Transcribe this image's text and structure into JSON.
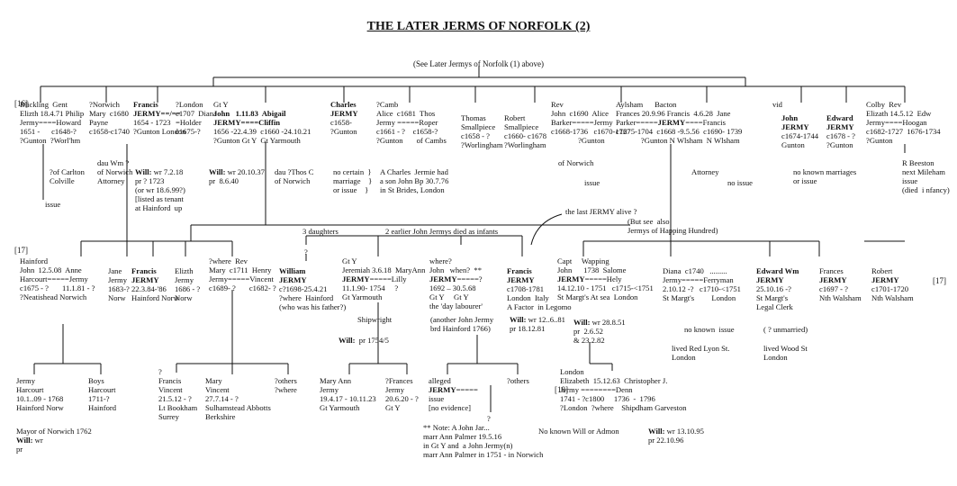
{
  "title": "THE LATER JERMS OF NORFOLK (2)",
  "subtitle": "(See Later Jermys of Norfolk (1) above)",
  "generations": {
    "g16": "[16]",
    "g17": "[17]",
    "g17r": "[17]",
    "g18": "[18]"
  },
  "row16": [
    {
      "id": "elizth-philip",
      "lines": [
        "Blickling  Gent",
        "Elizth 18.4.71 Philip",
        "Jermy====Howard",
        "1651 -      c1648-?",
        "?Gunton  ?Worl'hm"
      ]
    },
    {
      "id": "mary-norwich",
      "lines": [
        "?Norwich",
        "Mary  c1680",
        "Payne",
        "c1658-c1740"
      ]
    },
    {
      "id": "francis-1654",
      "lines": [
        "Francis",
        "JERMY==/==",
        "1654 - 1723",
        "?Gunton London"
      ],
      "bold": [
        0,
        1
      ]
    },
    {
      "id": "diana-holder",
      "lines": [
        "?London",
        "c1707  Diana",
        "=Holder",
        "c1675-?"
      ]
    },
    {
      "id": "john-1656",
      "lines": [
        "Gt Y",
        "John   1.11.83  Abigail",
        "JERMY====Cliffin",
        "1656 -22.4.39  c1660 -24.10.21",
        "?Gunton Gt Y  Gt Yarmouth"
      ],
      "bold": [
        1,
        2
      ]
    },
    {
      "id": "charles",
      "lines": [
        "Charles",
        "JERMY",
        "c1658-",
        "?Gunton"
      ],
      "bold": [
        0,
        1
      ]
    },
    {
      "id": "alice-thos",
      "lines": [
        "?Camb",
        "Alice  c1681  Thos",
        "Jermy =====Roper",
        "c1661 - ?    c1658-?",
        "?Gunton       of Cambs"
      ]
    },
    {
      "id": "thomas-smallpiece",
      "lines": [
        "Thomas",
        "Smallpiece",
        "c1658 - ?",
        "?Worlingham"
      ]
    },
    {
      "id": "robert-smallpiece",
      "lines": [
        "Robert",
        "Smallpiece",
        "c1660- c1678",
        "?Worlingham"
      ]
    },
    {
      "id": "john-alice-barker",
      "lines": [
        "Rev",
        "John  c1690  Alice",
        "Barker=====Jermy",
        "c1668-1736   c1670-1727",
        "              ?Gunton"
      ]
    },
    {
      "id": "frances-francis",
      "lines": [
        "Aylsham      Bacton",
        "Frances 20.9.96 Francis  4.6.28  Jane",
        "Parker=====JERMY====Francis",
        "c1675-1704  c1668 -9.5.56  c1690- 1739",
        "             ?Gunton N Wlsham  N Wlsham"
      ],
      "bold": []
    },
    {
      "id": "john-1674",
      "lines": [
        "John",
        "JERMY",
        "c1674-1744",
        "Gunton"
      ],
      "bold": [
        0,
        1
      ]
    },
    {
      "id": "edward-1678",
      "lines": [
        "Edward",
        "JERMY",
        "c1678 - ?",
        "?Gunton"
      ],
      "bold": [
        0,
        1
      ]
    },
    {
      "id": "elizth-hoogan",
      "lines": [
        "Colby  Rev",
        "Elizath 14.5.12  Edw",
        "Jermy====Hoogan",
        "c1682-1727  1676-1734",
        "?Gunton"
      ]
    }
  ],
  "notes16": [
    {
      "id": "carlton",
      "lines": [
        "?of Carlton",
        "Colville"
      ]
    },
    {
      "id": "issue-elizth",
      "lines": [
        "issue"
      ]
    },
    {
      "id": "dau-wm",
      "lines": [
        "dau Wm ?",
        "of Norwich",
        "Attorney"
      ]
    },
    {
      "id": "will-francis",
      "lines": [
        "Will: wr 7.2.18",
        "pr ? 1723",
        "(or wr 18.6.99?)",
        "[listed as tenant",
        "at Hainford  up"
      ]
    },
    {
      "id": "will-john",
      "lines": [
        "Will: wr 20.10.37",
        "pr  8.6.40"
      ]
    },
    {
      "id": "dau-thos",
      "lines": [
        "dau ?Thos C",
        "of Norwich"
      ]
    },
    {
      "id": "no-certain",
      "lines": [
        "no certain  }",
        "marriage    }",
        "or issue    }"
      ]
    },
    {
      "id": "charles-jermie",
      "lines": [
        "A Charles  Jermie had",
        "a son John Bp 30.7.76",
        "in St Brides, London"
      ]
    },
    {
      "id": "of-norwich",
      "lines": [
        "of Norwich"
      ]
    },
    {
      "id": "issue-barker",
      "lines": [
        "issue"
      ]
    },
    {
      "id": "attorney",
      "lines": [
        "Attorney"
      ]
    },
    {
      "id": "no-issue",
      "lines": [
        "no issue"
      ]
    },
    {
      "id": "no-known",
      "lines": [
        "no known marriages",
        "or issue"
      ]
    },
    {
      "id": "beeston",
      "lines": [
        "R Beeston",
        "next Mileham",
        "issue",
        "(died  i nfancy)"
      ]
    },
    {
      "id": "vid",
      "lines": [
        "vid"
      ]
    }
  ],
  "mid_labels": {
    "daughters": "3 daughters",
    "earlier": "2 earlier John Jermys died as infants",
    "last_jermy": "the last JERMY alive ?",
    "see_also": [
      "(But see  also",
      "Jermys of Happing Hundred)"
    ]
  },
  "row17": [
    {
      "id": "john-anne",
      "lines": [
        "Hainford",
        "John  12.5.08  Anne",
        "Harcourt=====Jermy",
        "c1675 - ?       11.1.81 - ?",
        "?Neatishead Norwich"
      ]
    },
    {
      "id": "jane",
      "lines": [
        "Jane",
        "Jermy",
        "1683-?",
        "Norw"
      ]
    },
    {
      "id": "francis-1684",
      "lines": [
        "Francis",
        "JERMY",
        "22.3.84-'86",
        "Hainford Norw"
      ],
      "bold": [
        0,
        1
      ]
    },
    {
      "id": "elizth-1686",
      "lines": [
        "Elizth",
        "Jermy",
        "1686 - ?",
        "Norw"
      ]
    },
    {
      "id": "mary-vincent",
      "lines": [
        "?where  Rev",
        "Mary  c1711  Henry",
        "Jermy=====Vincent",
        "c1689- ?       c1682- ?"
      ]
    },
    {
      "id": "william",
      "lines": [
        "William",
        "JERMY",
        "c?1698-25.4.21",
        "?where  Hainford",
        "(who was his father?)"
      ],
      "bold": [
        0,
        1
      ]
    },
    {
      "id": "jeremiah",
      "lines": [
        "Gt Y",
        "Jeremiah 3.6.18  MaryAnn",
        "JERMY=====Lilly",
        "11.1.90- 1754     ?",
        "Gt Yarmouth"
      ],
      "bold": []
    },
    {
      "id": "john-1692",
      "lines": [
        "where?",
        "John   when?  **",
        "JERMY=====?",
        "1692 – 30.5.68",
        "Gt Y     Gt Y",
        "the 'day labourer'"
      ],
      "bold": []
    },
    {
      "id": "francis-1708",
      "lines": [
        "Francis",
        "JERMY",
        "c1708-1781",
        "London  Italy",
        "A Factor  in Legomo"
      ],
      "bold": [
        0,
        1
      ]
    },
    {
      "id": "john-salome",
      "lines": [
        "Capt     Wapping",
        "John      1738  Salome",
        "JERMY=====Hely",
        "14.12.10 - 1751   c1715-<1751",
        "St Margt's At sea  London"
      ],
      "bold": []
    },
    {
      "id": "diana-ferryman",
      "lines": [
        "Diana  c1740   .........",
        "Jermy=====Ferryman",
        "2.10.12 -?   c1710-<1751",
        "St Margt's         London"
      ]
    },
    {
      "id": "edward-wm",
      "lines": [
        "Edward Wm",
        "JERMY",
        "25.10.16 -?",
        "St Margt's",
        "Legal Clerk"
      ],
      "bold": [
        0,
        1
      ]
    },
    {
      "id": "frances-1697",
      "lines": [
        "Frances",
        "JERMY",
        "c1697 - ?",
        "Nth Walsham"
      ],
      "bold": [
        1
      ]
    },
    {
      "id": "robert-1701",
      "lines": [
        "Robert",
        "JERMY",
        "c1701-1720",
        "Nth Walsham"
      ],
      "bold": [
        1
      ]
    }
  ],
  "notes17": [
    {
      "id": "shipwright",
      "lines": [
        "Shipwright"
      ]
    },
    {
      "id": "will-jeremiah",
      "lines": [
        "Will:  pr 1754/5"
      ]
    },
    {
      "id": "another-john",
      "lines": [
        "(another John Jermy",
        "brd Hainford 1766)"
      ]
    },
    {
      "id": "will-francis1708",
      "lines": [
        "Will: wr 12..6..81",
        "pr 18.12.81"
      ]
    },
    {
      "id": "will-john1710",
      "lines": [
        "Will: wr 28.8.51",
        "pr  2.6.52",
        "& 23.2.82"
      ]
    },
    {
      "id": "no-known-issue",
      "lines": [
        "no known  issue"
      ]
    },
    {
      "id": "red-lyon",
      "lines": [
        "lived Red Lyon St.",
        "London"
      ]
    },
    {
      "id": "unmarried",
      "lines": [
        "( ? unmarried)"
      ]
    },
    {
      "id": "wood-st",
      "lines": [
        "lived Wood St",
        "London"
      ]
    },
    {
      "id": "q-william",
      "lines": [
        "?"
      ]
    }
  ],
  "row18": [
    {
      "id": "jermy-harcourt",
      "lines": [
        "Jermy",
        "Harcourt",
        "10.1..09 - 1768",
        "Hainford Norw"
      ]
    },
    {
      "id": "boys-harcourt",
      "lines": [
        "Boys",
        "Harcourt",
        "1711-?",
        "Hainford"
      ]
    },
    {
      "id": "francis-vincent",
      "lines": [
        "?",
        "Francis",
        "Vincent",
        "21.5.12 - ?",
        "Lt Bookham",
        "Surrey"
      ]
    },
    {
      "id": "mary-vincent2",
      "lines": [
        "Mary",
        "Vincent",
        "27.7.14 - ?",
        "Sulhamstead Abbotts",
        "Berkshire"
      ]
    },
    {
      "id": "others-where",
      "lines": [
        "?others",
        "?where"
      ]
    },
    {
      "id": "mary-ann",
      "lines": [
        "Mary Ann",
        "Jermy",
        "19.4.17 - 10.11.23",
        "Gt Yarmouth"
      ]
    },
    {
      "id": "frances-1720",
      "lines": [
        "?Frances",
        "Jermy",
        "20.6.20 - ?",
        "Gt Y"
      ]
    },
    {
      "id": "alleged",
      "lines": [
        "alleged",
        "JERMY=====",
        "issue",
        "[no evidence]"
      ]
    },
    {
      "id": "others2",
      "lines": [
        "?others"
      ]
    },
    {
      "id": "elizabeth-denn",
      "lines": [
        "London",
        "Elizabeth  15.12.63  Christopher J.",
        "Jermy ========Denn",
        "1741 - ?c1800     1736  -  1796",
        "?London  ?where    Shipdham Garveston"
      ]
    }
  ],
  "notes18": [
    {
      "id": "mayor",
      "lines": [
        "Mayor of Norwich 1762",
        "Will: wr",
        "pr"
      ]
    },
    {
      "id": "note-john",
      "lines": [
        "** Note: A John Jar...",
        "marr Ann Palmer 19.5.16",
        "in Gt Y and  a John Jermy(n)",
        "marr Ann Palmer in 1751 - in Norwich"
      ]
    },
    {
      "id": "no-will",
      "lines": [
        "No known Will or Admon"
      ]
    },
    {
      "id": "will-denn",
      "lines": [
        "Will: wr 13.10.95",
        "pr 22.10.96"
      ]
    },
    {
      "id": "q-alleged",
      "lines": [
        "?"
      ]
    }
  ]
}
